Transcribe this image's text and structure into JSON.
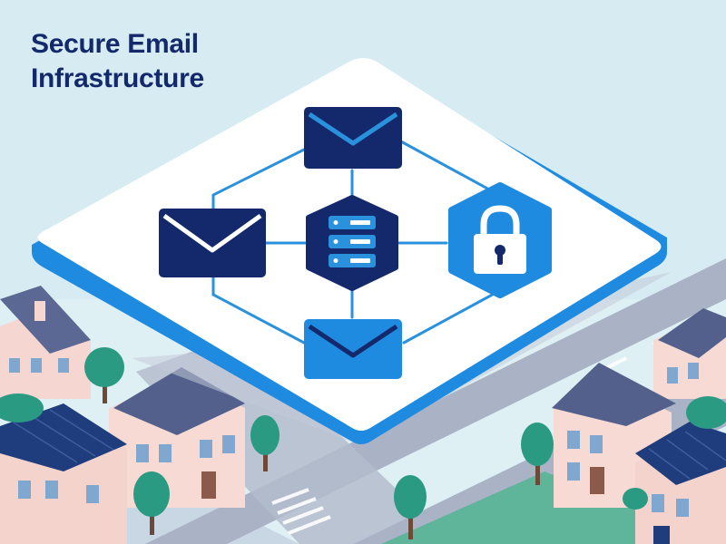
{
  "title": {
    "line1": "Secure Email",
    "line2": "Infrastructure"
  },
  "diagram": {
    "hub": {
      "icon": "server-icon",
      "shape": "hexagon"
    },
    "nodes": [
      {
        "id": "email-top",
        "icon": "envelope-icon",
        "position": "top"
      },
      {
        "id": "email-left",
        "icon": "envelope-icon",
        "position": "left"
      },
      {
        "id": "email-bottom",
        "icon": "envelope-icon",
        "position": "bottom"
      },
      {
        "id": "lock",
        "icon": "padlock-icon",
        "position": "right"
      }
    ],
    "connections": [
      "email-top-hub",
      "email-left-hub",
      "email-bottom-hub",
      "lock-hub",
      "email-top-lock",
      "email-bottom-lock",
      "email-top-email-left",
      "email-left-email-bottom"
    ]
  },
  "colors": {
    "sky": "#d6ecf2",
    "title": "#13296b",
    "navy": "#13296b",
    "blue": "#1f8be0",
    "line": "#2a92dc",
    "platform": "#ffffff",
    "platform_edge": "#1f8be0",
    "road": "#a9b1c4",
    "tree": "#2b9a82",
    "house_pink": "#f7d9d4",
    "roof_slate": "#52608c",
    "roof_navy": "#1d3b7a"
  }
}
